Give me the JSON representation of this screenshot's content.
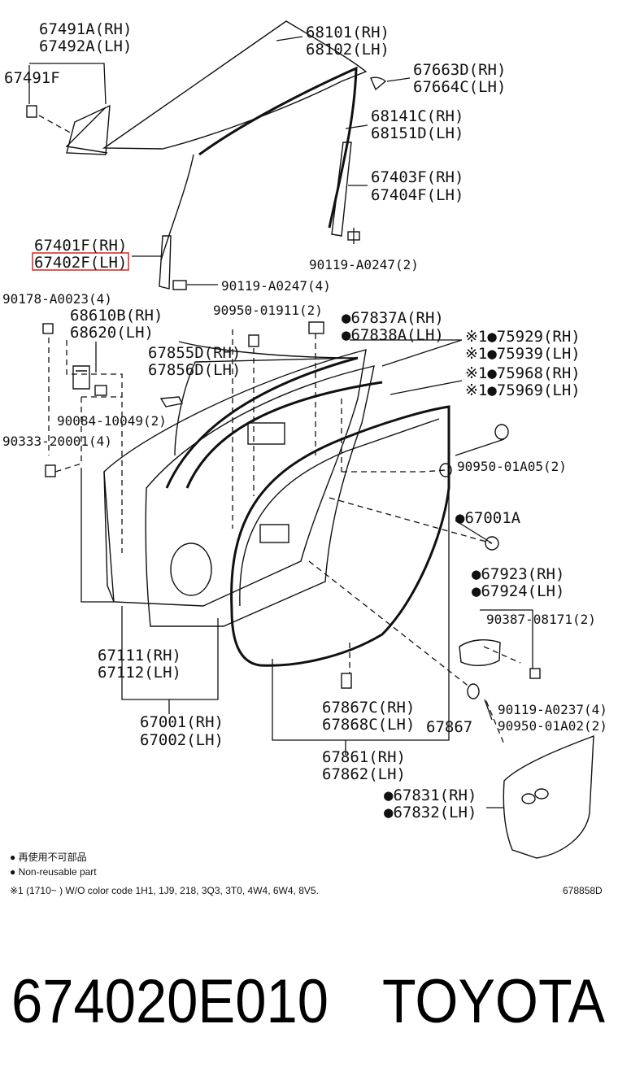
{
  "diagram": {
    "labels": {
      "l67491A": "67491A(RH)",
      "l67492A": "67492A(LH)",
      "l67491F": "67491F",
      "l68101": "68101(RH)",
      "l68102": "68102(LH)",
      "l67663D": "67663D(RH)",
      "l67664C": "67664C(LH)",
      "l68141C": "68141C(RH)",
      "l68151D": "68151D(LH)",
      "l67403F": "67403F(RH)",
      "l67404F": "67404F(LH)",
      "l90119a": "90119-A0247(2)",
      "l67401F": "67401F(RH)",
      "l67402F": "67402F(LH)",
      "l90119b": "90119-A0247(4)",
      "l90178": "90178-A0023(4)",
      "l68610B": "68610B(RH)",
      "l68620": "68620(LH)",
      "l90950a": "90950-01911(2)",
      "l67837A": "●67837A(RH)",
      "l67838A": "●67838A(LH)",
      "l75929": "※1●75929(RH)",
      "l75939": "※1●75939(LH)",
      "l75968": "※1●75968(RH)",
      "l75969": "※1●75969(LH)",
      "l67855D": "67855D(RH)",
      "l67856D": "67856D(LH)",
      "l90084": "90084-10049(2)",
      "l90333": "90333-20001(4)",
      "l90950b": "90950-01A05(2)",
      "l67001A": "●67001A",
      "l67923": "●67923(RH)",
      "l67924": "●67924(LH)",
      "l90387": "90387-08171(2)",
      "l67111": "67111(RH)",
      "l67112": "67112(LH)",
      "l90119c": "90119-A0237(4)",
      "l67867C": "67867C(RH)",
      "l67868C": "67868C(LH)",
      "l67867": "67867",
      "l90950c": "90950-01A02(2)",
      "l67001": "67001(RH)",
      "l67002": "67002(LH)",
      "l67861": "67861(RH)",
      "l67862": "67862(LH)",
      "l67831": "●67831(RH)",
      "l67832": "●67832(LH)"
    },
    "notes": {
      "nonreusable_jp": "● 再使用不可部品",
      "nonreusable_en": "● Non-reusable part",
      "footnote": "※1 (1710~      ) W/O color code 1H1, 1J9, 218, 3Q3, 3T0, 4W4, 6W4, 8V5.",
      "ref": "678858D"
    },
    "highlight_color": "#e0302a"
  },
  "product": {
    "part_number": "674020E010",
    "brand": "TOYOTA"
  }
}
